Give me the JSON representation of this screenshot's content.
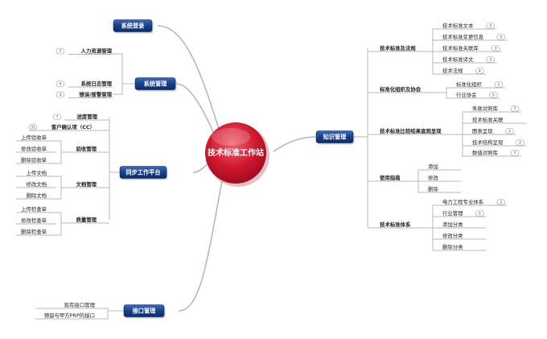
{
  "center": {
    "label": "技术标准工作站"
  },
  "branches": {
    "system_login": {
      "label": "系统登录"
    },
    "system_mgmt": {
      "label": "系统管理",
      "items": [
        {
          "label": "人力资源管理",
          "badge": "7"
        },
        {
          "label": "系统日志管理",
          "badge": "4"
        },
        {
          "label": "错误/报警管理",
          "badge": "3"
        }
      ]
    },
    "sync_platform": {
      "label": "同步工作平台",
      "groups": [
        {
          "label": "进度管理",
          "badge": "7",
          "items": []
        },
        {
          "label": "客户确认项（CC）",
          "badge": "31",
          "items": []
        },
        {
          "label": "验收管理",
          "items": [
            {
              "label": "上传验收单"
            },
            {
              "label": "修改验收单"
            },
            {
              "label": "删除验收单"
            }
          ]
        },
        {
          "label": "文档管理",
          "items": [
            {
              "label": "上传文档"
            },
            {
              "label": "修改文档"
            },
            {
              "label": "删除文档"
            }
          ]
        },
        {
          "label": "质量管理",
          "items": [
            {
              "label": "上传检查单"
            },
            {
              "label": "修改检查单"
            },
            {
              "label": "删除检查单"
            }
          ]
        }
      ]
    },
    "interface_mgmt": {
      "label": "接口管理",
      "items": [
        {
          "label": "现有接口管理"
        },
        {
          "label": "预留与甲方PRP的接口"
        }
      ]
    },
    "knowledge_mgmt": {
      "label": "知识管理",
      "groups": [
        {
          "label": "技术标准及法规",
          "items": [
            {
              "label": "技术标准文本",
              "badge": "3"
            },
            {
              "label": "技术标准变更信息",
              "badge": "3"
            },
            {
              "label": "技术标准关联库",
              "badge": "3"
            },
            {
              "label": "技术标准译文",
              "badge": "3"
            },
            {
              "label": "技术法规",
              "badge": "4"
            }
          ]
        },
        {
          "label": "标准化组织及协会",
          "items": [
            {
              "label": "标准化组织",
              "badge": "1"
            },
            {
              "label": "行业协会",
              "badge": "5"
            }
          ]
        },
        {
          "label": "技术标准比较结果直观呈现",
          "items": [
            {
              "label": "条款对照库",
              "badge": "7"
            },
            {
              "label": "技术标准关联",
              "badge": ""
            },
            {
              "label": "图表呈现",
              "badge": "3"
            },
            {
              "label": "技术结构呈现",
              "badge": "2"
            },
            {
              "label": "数值对照库",
              "badge": "7"
            }
          ]
        },
        {
          "label": "使用指南",
          "items": [
            {
              "label": "添加",
              "badge": ""
            },
            {
              "label": "修改",
              "badge": ""
            },
            {
              "label": "删除",
              "badge": ""
            }
          ]
        },
        {
          "label": "技术标准体系",
          "items": [
            {
              "label": "电力工程专业体系",
              "badge": "2"
            },
            {
              "label": "行业管理",
              "badge": "5"
            },
            {
              "label": "添加分类",
              "badge": ""
            },
            {
              "label": "修改分类",
              "badge": ""
            },
            {
              "label": "删除分类",
              "badge": ""
            }
          ]
        }
      ]
    }
  },
  "colors": {
    "line": "#b8b8b8",
    "center_fill": "#c8102e",
    "branch_fill": "#17408b",
    "text": "#222222"
  }
}
